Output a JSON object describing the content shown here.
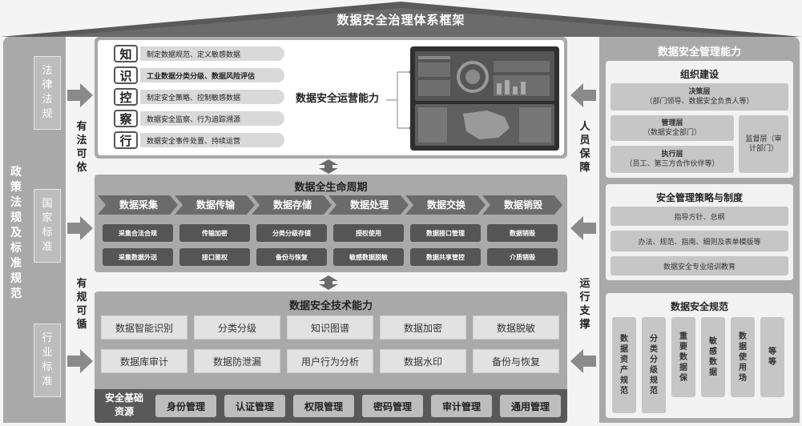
{
  "title": "数据安全治理体系框架",
  "left": {
    "title": "政策法规及标准规范",
    "boxes": [
      "法律法规",
      "国家标准",
      "行业标准"
    ]
  },
  "left_arrows": {
    "top": "有法可依",
    "bottom": "有规可循"
  },
  "operations": {
    "label": "数据安全运营能力",
    "rows": [
      {
        "char": "知",
        "text": "制定数据规范、定义敏感数据",
        "bold": false
      },
      {
        "char": "识",
        "text": "工业数据分类分级、数据风险评估",
        "bold": true
      },
      {
        "char": "控",
        "text": "制定安全策略、控制敏感数据",
        "bold": false
      },
      {
        "char": "察",
        "text": "数据安全监察、行为追踪溯源",
        "bold": false
      },
      {
        "char": "行",
        "text": "数据安全事件处置、持续运营",
        "bold": false
      }
    ]
  },
  "lifecycle": {
    "title": "数据全生命周期",
    "stages": [
      "数据采集",
      "数据传输",
      "数据存储",
      "数据处理",
      "数据交换",
      "数据销毁"
    ],
    "row1": [
      "采集合法合规",
      "传输加密",
      "分类分级存储",
      "授权使用",
      "数据接口管理",
      "数据销毁"
    ],
    "row2": [
      "采集数据外送",
      "接口鉴权",
      "备份与恢复",
      "敏感数据脱敏",
      "数据共享管控",
      "介质销毁"
    ]
  },
  "tech": {
    "title": "数据安全技术能力",
    "row1": [
      "数据智能识别",
      "分类分级",
      "知识图谱",
      "数据加密",
      "数据脱敏"
    ],
    "row2": [
      "数据库审计",
      "数据防泄漏",
      "用户行为分析",
      "数据水印",
      "备份与恢复"
    ],
    "base_label": "安全基础资源",
    "base": [
      "身份管理",
      "认证管理",
      "权限管理",
      "密码管理",
      "审计管理",
      "通用管理"
    ]
  },
  "right_arrows": {
    "top": "人员保障",
    "bottom": "运行支撑"
  },
  "right": {
    "title": "数据安全管理能力",
    "org": {
      "title": "组织建设",
      "decision_title": "决策层",
      "decision_sub": "（部门领导、数据安全负责人等）",
      "mgmt_title": "管理层",
      "mgmt_sub": "（数据安全部门）",
      "exec_title": "执行层",
      "exec_sub": "（员工、第三方合作伙伴等）",
      "supervise": "监督层（审计部门）"
    },
    "policy": {
      "title": "安全管理策略与制度",
      "items": [
        "指导方针、总纲",
        "办法、规范、指南、细则及表单模版等",
        "数据安全专业培训教育"
      ]
    },
    "spec": {
      "title": "数据安全规范",
      "items": [
        "数据资产规范",
        "分类分级规范",
        "重要数据保",
        "敏感数据",
        "数据使用场",
        "等等"
      ]
    }
  },
  "colors": {
    "roof": "#5a5a5a",
    "panel_gray": "#a9a9a9",
    "chevron": "#6b6b6b",
    "arrow": "#8a8a8a"
  }
}
